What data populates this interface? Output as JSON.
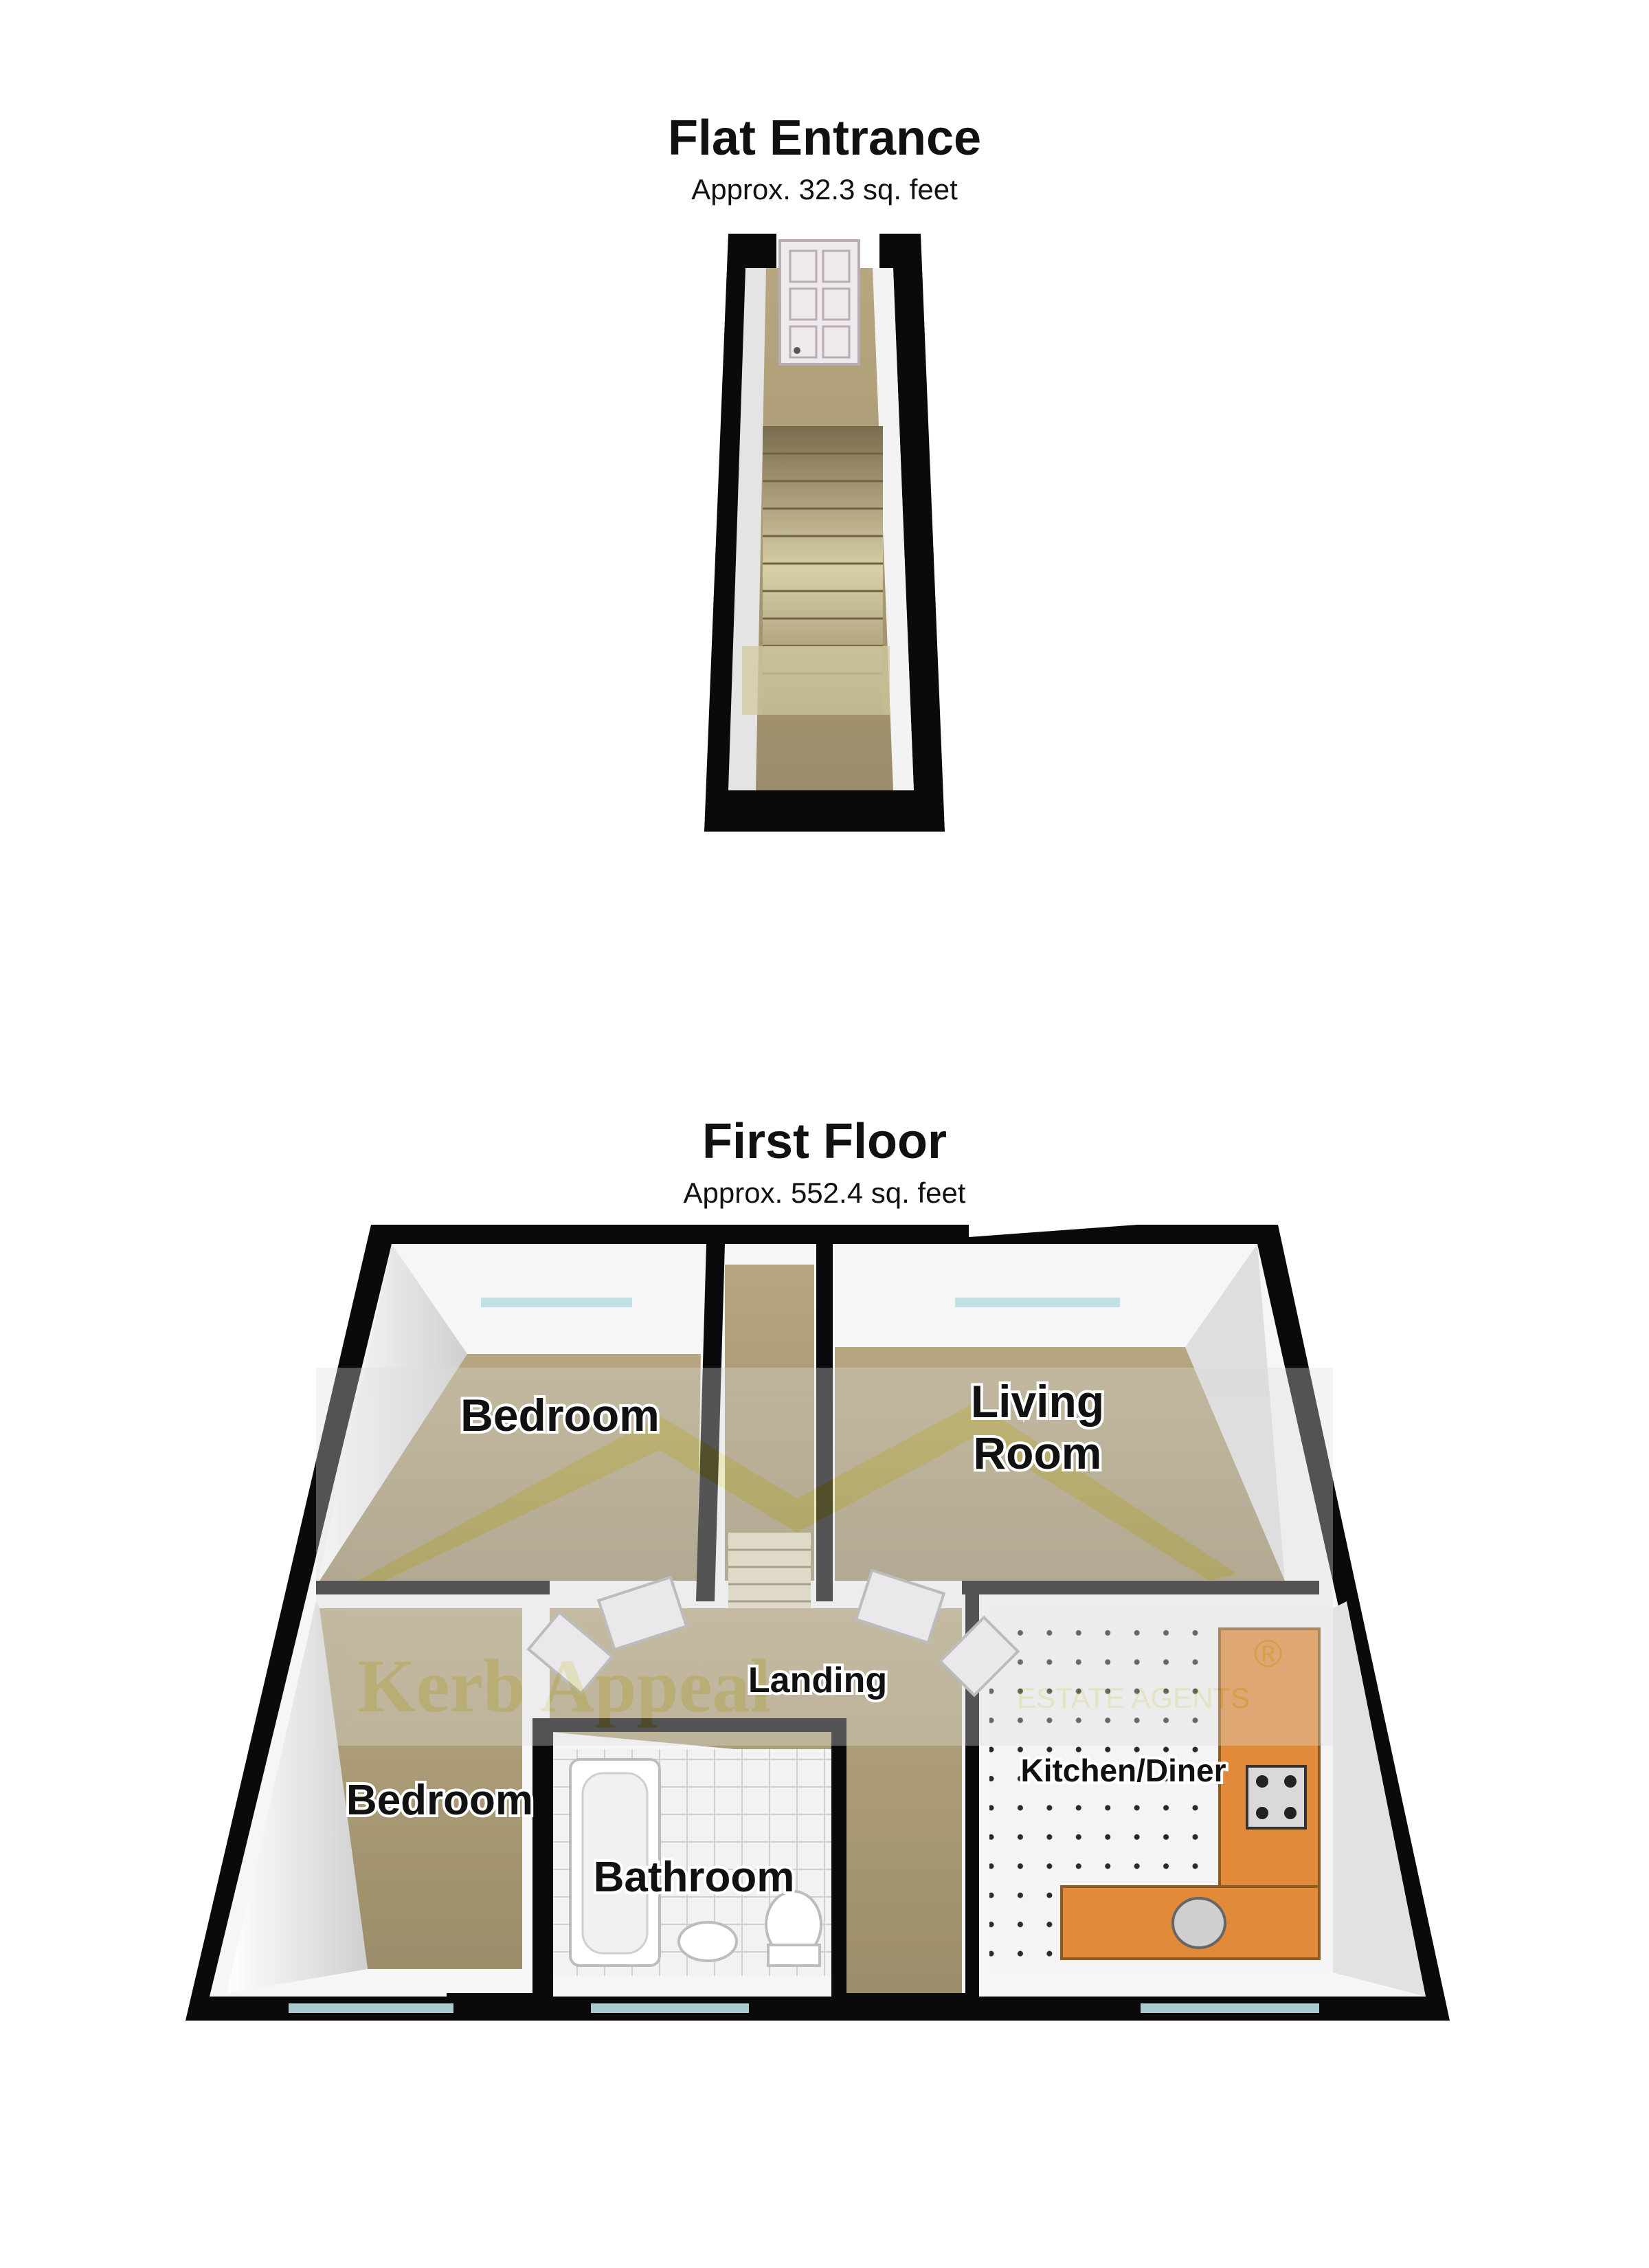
{
  "floors": [
    {
      "title": "Flat Entrance",
      "area": "Approx. 32.3 sq. feet"
    },
    {
      "title": "First Floor",
      "area": "Approx. 552.4 sq. feet"
    }
  ],
  "rooms": {
    "bedroom_top": "Bedroom",
    "living_line1": "Living",
    "living_line2": "Room",
    "landing": "Landing",
    "bedroom_bottom": "Bedroom",
    "bathroom": "Bathroom",
    "kitchen": "Kitchen/Diner"
  },
  "watermark": {
    "brand": "Kerb Appeal",
    "tagline": "ESTATE AGENTS",
    "mark": "®"
  },
  "colors": {
    "wall": "#0a0a0a",
    "carpet": "#a99a76",
    "wall_inner": "#e6e6e6",
    "kitchen_worktop": "#e08a3a"
  }
}
